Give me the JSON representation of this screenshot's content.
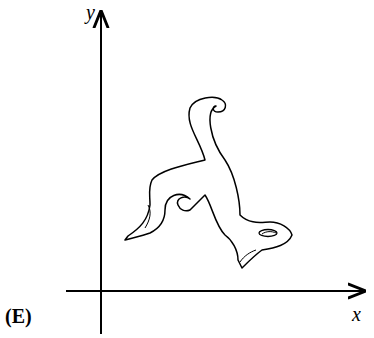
{
  "diagram": {
    "labels": [
      "y",
      "x",
      "(E)"
    ]
  }
}
